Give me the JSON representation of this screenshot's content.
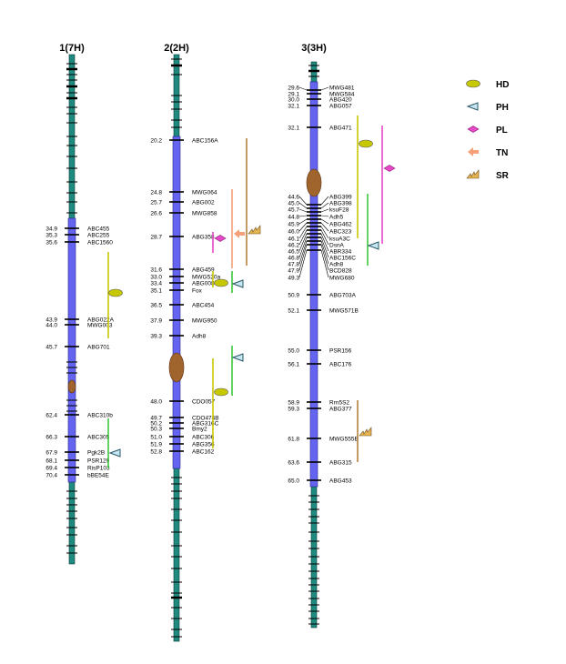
{
  "colors": {
    "teal": "#1f8a80",
    "blue": "#6464f0",
    "centromere": "#a0642d",
    "HD": "#c8c800",
    "PH": "#3cc83c",
    "PL": "#e646c8",
    "TN": "#f5a078",
    "SR": "#b4823c"
  },
  "legend": [
    {
      "code": "HD",
      "icon": "ellipse-icon"
    },
    {
      "code": "PH",
      "icon": "triangle-icon"
    },
    {
      "code": "PL",
      "icon": "diamond-icon"
    },
    {
      "code": "TN",
      "icon": "arrow-icon"
    },
    {
      "code": "SR",
      "icon": "sawtooth-icon"
    }
  ],
  "chromosomes": [
    {
      "title": "1(7H)",
      "markers": [
        {
          "cM": "34.9",
          "name": "ABC455"
        },
        {
          "cM": "35.3",
          "name": "ABC255"
        },
        {
          "cM": "35.6",
          "name": "ABC1560"
        },
        {
          "cM": "43.9",
          "name": "ABG022A"
        },
        {
          "cM": "44.0",
          "name": "MWG003"
        },
        {
          "cM": "45.7",
          "name": "ABG701"
        },
        {
          "cM": "62.4",
          "name": "ABC310b"
        },
        {
          "cM": "66.3",
          "name": "ABC305"
        },
        {
          "cM": "67.9",
          "name": "Pgk2B"
        },
        {
          "cM": "68.1",
          "name": "PSR129"
        },
        {
          "cM": "69.4",
          "name": "RisP103"
        },
        {
          "cM": "70.4",
          "name": "bBE54E"
        }
      ],
      "qtl": [
        {
          "trait": "HD"
        },
        {
          "trait": "PH"
        }
      ]
    },
    {
      "title": "2(2H)",
      "markers": [
        {
          "cM": "20.2",
          "name": "ABC156A"
        },
        {
          "cM": "24.8",
          "name": "MWG064"
        },
        {
          "cM": "25.7",
          "name": "ABG002"
        },
        {
          "cM": "26.6",
          "name": "MWG858"
        },
        {
          "cM": "28.7",
          "name": "ABG358"
        },
        {
          "cM": "31.6",
          "name": "ABG459"
        },
        {
          "cM": "33.0",
          "name": "MWG520a"
        },
        {
          "cM": "33.4",
          "name": "ABG008"
        },
        {
          "cM": "35.1",
          "name": "Fox"
        },
        {
          "cM": "36.5",
          "name": "ABC454"
        },
        {
          "cM": "37.9",
          "name": "MWG950"
        },
        {
          "cM": "39.3",
          "name": "Adh8"
        },
        {
          "cM": "48.0",
          "name": "CDO057"
        },
        {
          "cM": "49.7",
          "name": "CDO474B"
        },
        {
          "cM": "50.2",
          "name": "ABG316C"
        },
        {
          "cM": "50.3",
          "name": "Bmy2"
        },
        {
          "cM": "51.0",
          "name": "ABC306"
        },
        {
          "cM": "51.9",
          "name": "ABG356"
        },
        {
          "cM": "52.8",
          "name": "ABC162"
        }
      ],
      "qtl": [
        {
          "trait": "PL"
        },
        {
          "trait": "TN"
        },
        {
          "trait": "SR"
        },
        {
          "trait": "HD"
        },
        {
          "trait": "PH"
        },
        {
          "trait": "HD"
        },
        {
          "trait": "PH"
        }
      ]
    },
    {
      "title": "3(3H)",
      "markers": [
        {
          "cM": "29.6",
          "name": "MWG481"
        },
        {
          "cM": "29.1",
          "name": "MWG584"
        },
        {
          "cM": "30.0",
          "name": "ABG420"
        },
        {
          "cM": "32.1",
          "name": "ABG057"
        },
        {
          "cM": "32.1",
          "name": "ABG471"
        },
        {
          "cM": "44.6",
          "name": "ABG399"
        },
        {
          "cM": "45.0",
          "name": "ABG398"
        },
        {
          "cM": "45.7",
          "name": "ksuF28"
        },
        {
          "cM": "44.8",
          "name": "Adh5"
        },
        {
          "cM": "45.9",
          "name": "ABG462"
        },
        {
          "cM": "46.0",
          "name": "ABC323"
        },
        {
          "cM": "46.1",
          "name": "ksuA3C"
        },
        {
          "cM": "46.2",
          "name": "DsnA"
        },
        {
          "cM": "46.5",
          "name": "ABR334"
        },
        {
          "cM": "46.8",
          "name": "ABC156C"
        },
        {
          "cM": "47.8",
          "name": "Adh8"
        },
        {
          "cM": "47.9",
          "name": "BCD828"
        },
        {
          "cM": "49.3",
          "name": "MWG680"
        },
        {
          "cM": "50.9",
          "name": "ABG703A"
        },
        {
          "cM": "52.1",
          "name": "MWG571B"
        },
        {
          "cM": "55.0",
          "name": "PSR156"
        },
        {
          "cM": "56.1",
          "name": "ABC176"
        },
        {
          "cM": "58.9",
          "name": "Rrn5S2"
        },
        {
          "cM": "59.3",
          "name": "ABG377"
        },
        {
          "cM": "61.8",
          "name": "MWG555B"
        },
        {
          "cM": "63.6",
          "name": "ABG315"
        },
        {
          "cM": "65.0",
          "name": "ABG453"
        }
      ],
      "qtl": [
        {
          "trait": "HD"
        },
        {
          "trait": "PL"
        },
        {
          "trait": "PH"
        },
        {
          "trait": "SR"
        }
      ]
    }
  ]
}
